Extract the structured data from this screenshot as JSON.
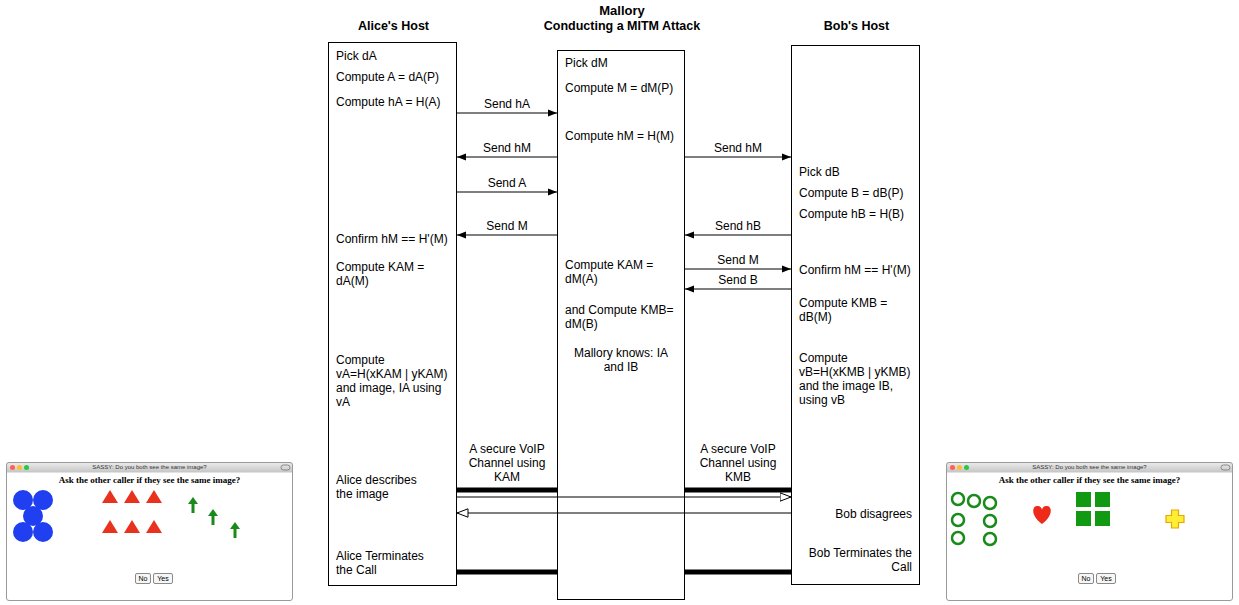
{
  "diagram": {
    "nodes": [
      {
        "text": [
          "Alice's Host",
          "Pick dA",
          "Compute A = dA(P)",
          "Compute hA = H(A)",
          "Confirm hM == H'(M)",
          "Compute KAM = dA(M)",
          "Compute vA=H(xKAM | yKAM) and image, IA using vA",
          "Alice describes the image",
          "Alice Terminates the Call"
        ]
      },
      {
        "text": [
          "Mallory",
          "Conducting a MITM Attack",
          "Pick dM",
          "Compute M = dM(P)",
          "Compute hM = H(M)",
          "Compute KAM = dM(A)",
          "and Compute KMB= dM(B)",
          "Mallory knows: IA and IB"
        ]
      },
      {
        "text": [
          "Bob's Host",
          "Pick dB",
          "Compute B = dB(P)",
          "Compute hB = H(B)",
          "Confirm hM == H'(M)",
          "Compute KMB = dB(M)",
          "Compute vB=H(xKMB | yKMB) and the image IB, using vB",
          "Bob disagrees",
          "Bob Terminates the Call"
        ]
      },
      {
        "text": [
          "SASSY: Do you both see the same image?",
          "Ask the other caller if they see the same image?"
        ]
      },
      {
        "text": [
          "No"
        ],
        "in": 3
      },
      {
        "text": [
          "Yes"
        ],
        "in": 3
      },
      {
        "text": [
          "SASSY: Do you both see the same image?",
          "Ask the other caller if they see the same image?"
        ]
      },
      {
        "text": [
          "No"
        ],
        "in": 6
      },
      {
        "text": [
          "Yes"
        ],
        "in": 6
      }
    ],
    "edges": [
      {
        "from": 0,
        "to": 1,
        "label": "Send hA",
        "arrow": "to"
      },
      {
        "from": 1,
        "to": 0,
        "label": "Send hM",
        "arrow": "to"
      },
      {
        "from": 1,
        "to": 2,
        "label": "Send hM",
        "arrow": "to"
      },
      {
        "from": 0,
        "to": 1,
        "label": "Send A",
        "arrow": "to"
      },
      {
        "from": 1,
        "to": 0,
        "label": "Send M",
        "arrow": "to"
      },
      {
        "from": 2,
        "to": 1,
        "label": "Send hB",
        "arrow": "to"
      },
      {
        "from": 1,
        "to": 2,
        "label": "Send M",
        "arrow": "to"
      },
      {
        "from": 2,
        "to": 1,
        "label": "Send B",
        "arrow": "to"
      },
      {
        "from": 0,
        "to": 1,
        "label": "A secure VoIP Channel using KAM",
        "arrow": "none"
      },
      {
        "from": 1,
        "to": 2,
        "label": "A secure VoIP Channel using KMB",
        "arrow": "none"
      },
      {
        "from": 0,
        "to": 2,
        "arrow": "to"
      },
      {
        "from": 2,
        "to": 0,
        "arrow": "to"
      },
      {
        "from": 0,
        "to": 1,
        "arrow": "none"
      },
      {
        "from": 1,
        "to": 2,
        "arrow": "none"
      }
    ]
  }
}
